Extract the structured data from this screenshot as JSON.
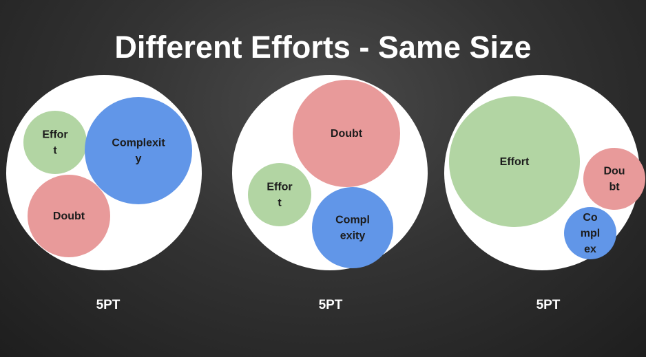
{
  "title": "Different Efforts - Same Size",
  "colors": {
    "background": "#2e2e2e",
    "container": "#ffffff",
    "effort": "#b2d5a3",
    "complexity": "#6196e8",
    "doubt": "#e89a9a",
    "label_text": "#1c1c1c",
    "title_text": "#ffffff"
  },
  "diagrams": [
    {
      "points": "5PT",
      "circles": [
        {
          "kind": "effort",
          "label_lines": [
            "Effor",
            "t"
          ]
        },
        {
          "kind": "complexity",
          "label_lines": [
            "Complexit",
            "y"
          ]
        },
        {
          "kind": "doubt",
          "label_lines": [
            "Doubt"
          ]
        }
      ]
    },
    {
      "points": "5PT",
      "circles": [
        {
          "kind": "doubt",
          "label_lines": [
            "Doubt"
          ]
        },
        {
          "kind": "effort",
          "label_lines": [
            "Effor",
            "t"
          ]
        },
        {
          "kind": "complexity",
          "label_lines": [
            "Compl",
            "exity"
          ]
        }
      ]
    },
    {
      "points": "5PT",
      "circles": [
        {
          "kind": "effort",
          "label_lines": [
            "Effort"
          ]
        },
        {
          "kind": "doubt",
          "label_lines": [
            "Dou",
            "bt"
          ]
        },
        {
          "kind": "complexity",
          "label_lines": [
            "Co",
            "mpl",
            "ex"
          ]
        }
      ]
    }
  ]
}
